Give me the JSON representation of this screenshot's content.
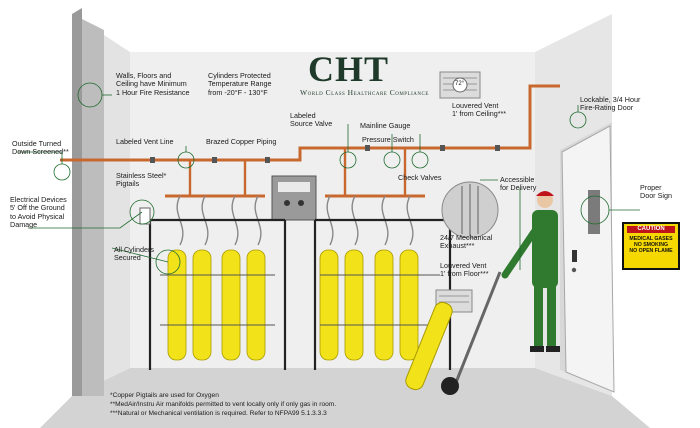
{
  "brand": {
    "logo_text": "CHT",
    "tagline": "World Class Healthcare Compliance"
  },
  "callouts": {
    "walls": "Walls, Floors and\nCeiling have Minimum\n1 Hour Fire Resistance",
    "cylinders_temp": "Cylinders Protected\nTemperature Range\nfrom -20°F - 130°F",
    "outside": "Outside Turned\nDown Screened**",
    "vent_line": "Labeled Vent Line",
    "copper": "Brazed Copper Piping",
    "source_valve": "Labeled\nSource Valve",
    "mainline_gauge": "Mainline Gauge",
    "pressure_switch": "Pressure Switch",
    "louvered_ceiling": "Louvered Vent\n1' from Ceiling***",
    "door": "Lockable, 3/4 Hour\nFire-Rating Door",
    "pigtails": "Stainless Steel*\nPigtails",
    "check_valves": "Check Valves",
    "delivery": "Accessible\nfor Delivery",
    "door_sign": "Proper\nDoor Sign",
    "electrical": "Electrical Devices\n5' Off the Ground\nto Avoid Physical\nDamage",
    "secured": "All Cylinders\nSecured",
    "exhaust": "24/7 Mechanical\nExhaust***",
    "louvered_floor": "Louvered Vent\n1' from Floor***"
  },
  "sign": {
    "caution": "CAUTION",
    "line1": "MEDICAL GASES",
    "line2": "NO SMOKING",
    "line3": "NO OPEN FLAME"
  },
  "thermostat": {
    "reading": "72°"
  },
  "footnotes": {
    "n1": "*Copper Pigtails are used for Oxygen",
    "n2": "**MedAir/Instru Air manifolds permitted to vent locally only if only gas in room.",
    "n3": "***Natural or Mechanical ventilation is required. Refer to NFPA99 5.1.3.3.3"
  },
  "colors": {
    "wall": "#ebebeb",
    "floor": "#cfcfcf",
    "pipe": "#c9682e",
    "cylinder": "#f2e21a",
    "callout_line": "#1f6b2e",
    "worker": "#2f7a2f",
    "sign": "#f5d800"
  }
}
